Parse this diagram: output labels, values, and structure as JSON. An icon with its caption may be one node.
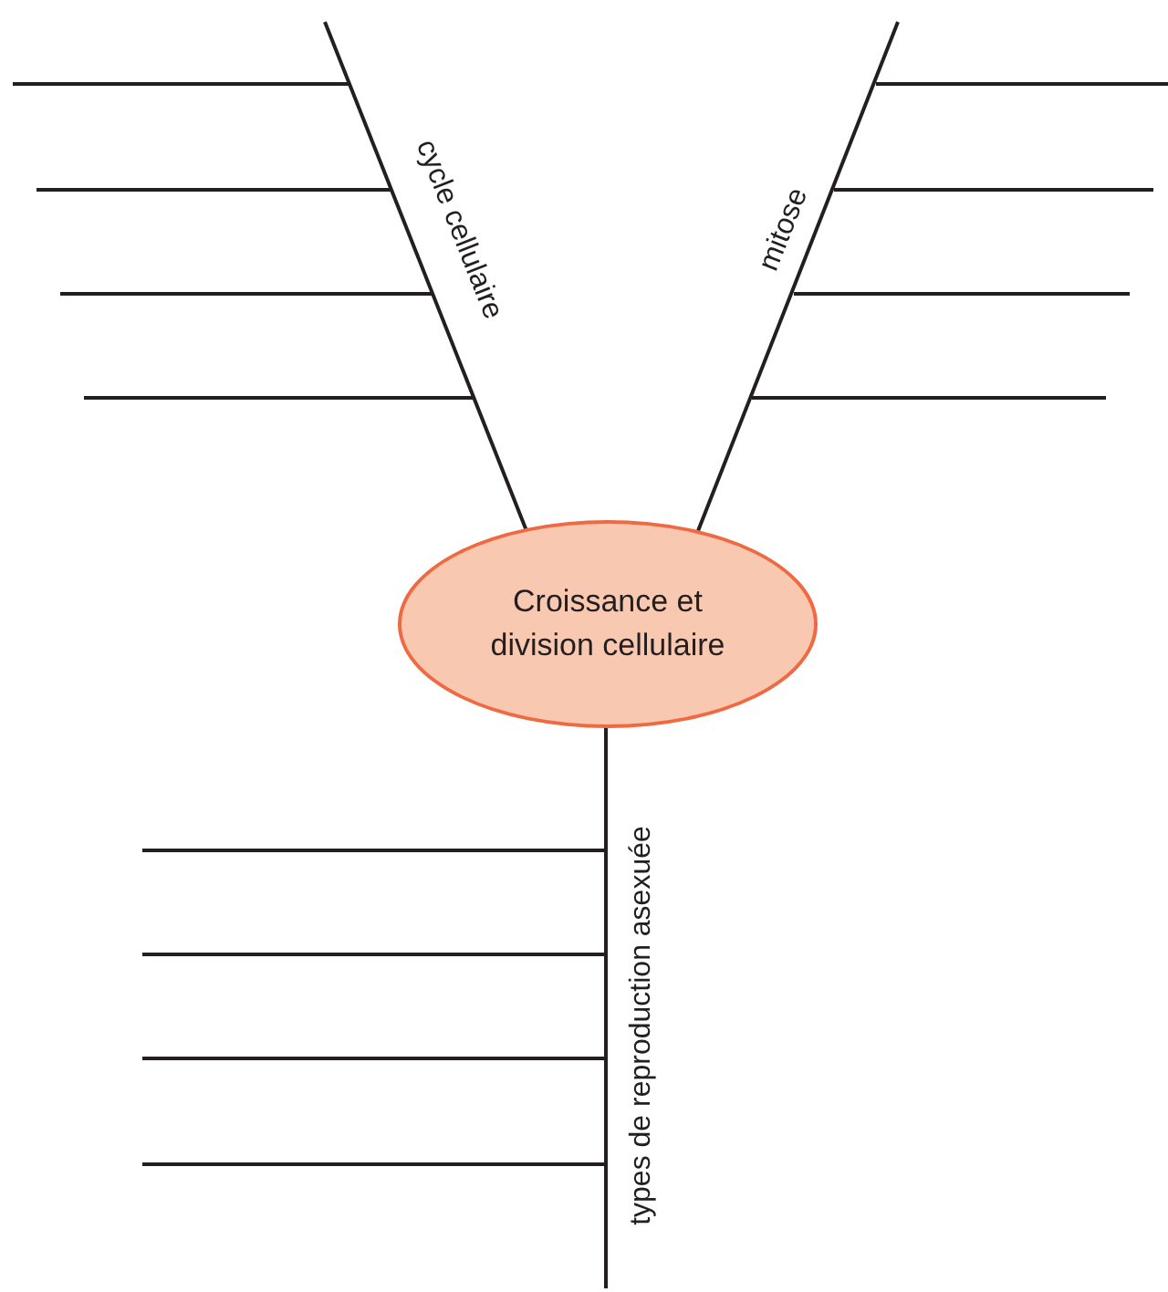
{
  "diagram": {
    "nodes": [
      {
        "text": [
          "Croissance et division cellulaire"
        ]
      }
    ],
    "labels": [
      "cycle cellulaire",
      "mitose",
      "types de reproduction asexuée"
    ]
  }
}
